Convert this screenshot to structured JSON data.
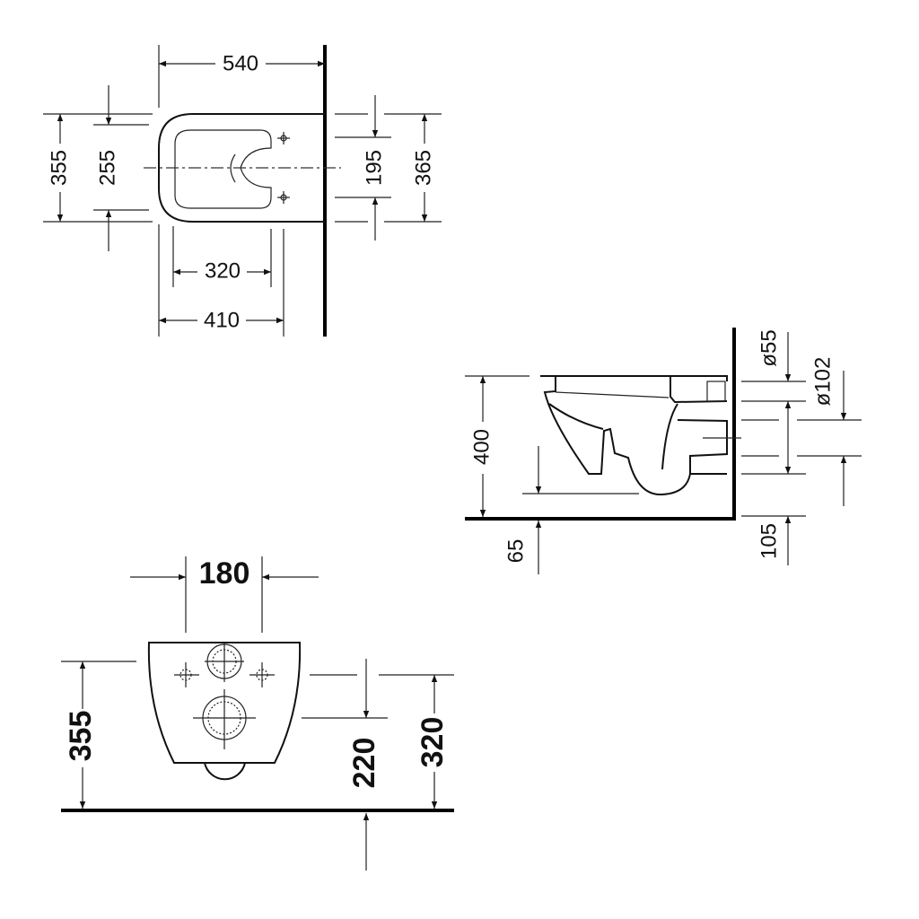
{
  "top_view": {
    "width": "540",
    "depth_outer": "355",
    "depth_inner": "255",
    "inner_length": "320",
    "seat_length": "410",
    "fixing_spacing": "195",
    "wall_width": "365"
  },
  "side_view": {
    "height": "400",
    "floor_offset": "65",
    "waste_diameter": "ø55",
    "outlet_diameter": "ø102",
    "outlet_height": "105"
  },
  "front_view": {
    "fixing_distance": "180",
    "height": "355",
    "outlet_height": "220",
    "inlet_height": "320"
  },
  "colors": {
    "line": "#111111",
    "background": "#ffffff"
  }
}
